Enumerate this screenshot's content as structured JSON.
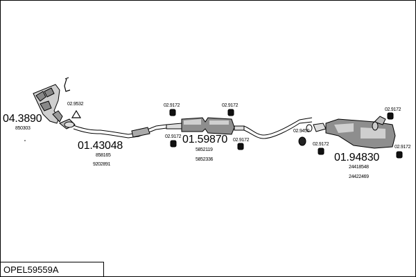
{
  "diagram_title": "OPEL59559A",
  "parts": [
    {
      "id": "part-front-pipe",
      "number": "04.3890",
      "refs": [
        "850303"
      ]
    },
    {
      "id": "part-intermediate-pipe",
      "number": "01.43048",
      "refs": [
        "858165",
        "9202891"
      ]
    },
    {
      "id": "part-center-silencer",
      "number": "01.59870",
      "refs": [
        "5852119",
        "5852336"
      ]
    },
    {
      "id": "part-rear-silencer",
      "number": "01.94830",
      "refs": [
        "24418548",
        "24422469"
      ]
    }
  ],
  "small_parts": [
    {
      "id": "clamp",
      "number": "02.9532"
    },
    {
      "id": "hanger-1",
      "number": "02.9172"
    },
    {
      "id": "hanger-2",
      "number": "02.9172"
    },
    {
      "id": "hanger-3",
      "number": "02.9172"
    },
    {
      "id": "hanger-4",
      "number": "02.9172"
    },
    {
      "id": "gasket",
      "number": "02.9450"
    },
    {
      "id": "hanger-5",
      "number": "02.9172"
    },
    {
      "id": "hanger-6",
      "number": "02.9172"
    },
    {
      "id": "hanger-7",
      "number": "02.9172"
    }
  ]
}
